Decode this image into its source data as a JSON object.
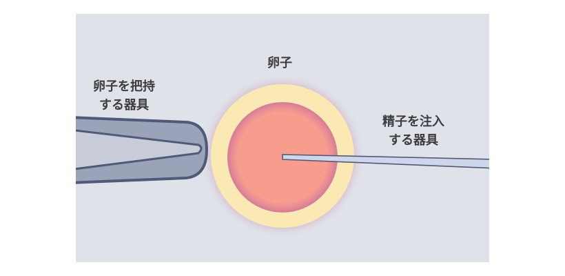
{
  "labels": {
    "egg": "卵子",
    "holding_tool": [
      "卵子を把持",
      "する器具"
    ],
    "injection_tool": [
      "精子を注入",
      "する器具"
    ]
  },
  "colors": {
    "background": "#dfe3e9",
    "egg_glow": "#c98fb0",
    "zona": "#fbe9b4",
    "cytoplasm": "#f89c8e",
    "pipette_fill": "#9aa3b8",
    "pipette_outline": "#4f5a78",
    "needle": "#cdd6ea"
  }
}
